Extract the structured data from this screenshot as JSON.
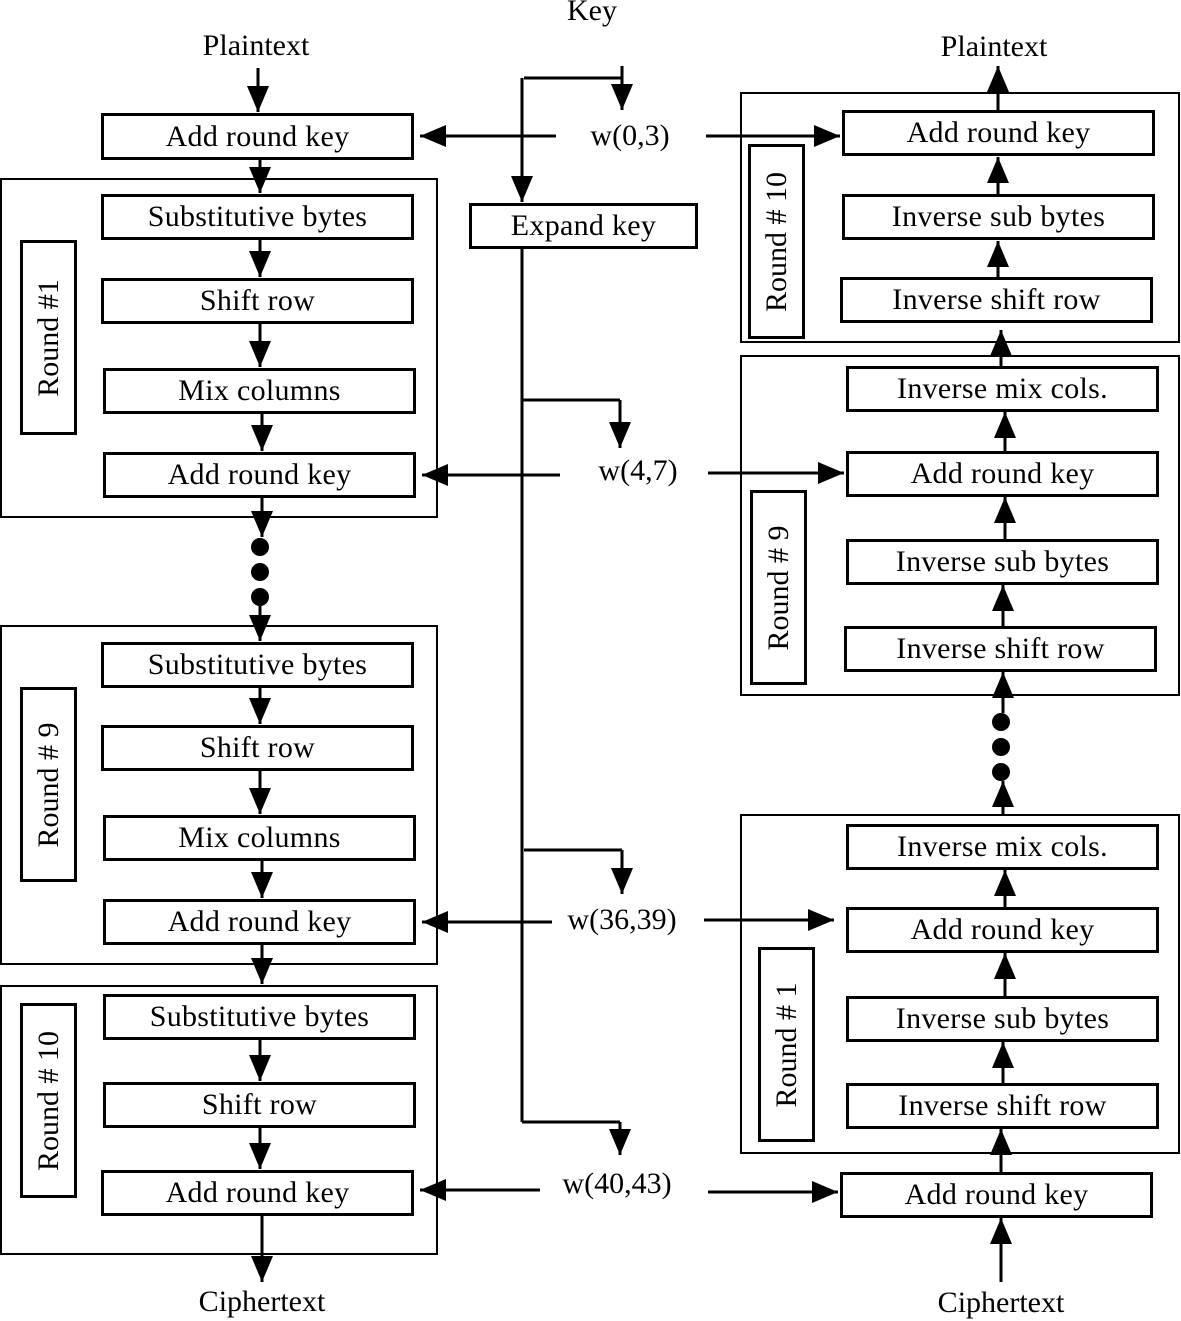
{
  "key_label": "Key",
  "encryption": {
    "input_label": "Plaintext",
    "output_label": "Ciphertext",
    "initial_step": "Add round key",
    "rounds": [
      {
        "label": "Round #1",
        "steps": [
          "Substitutive bytes",
          "Shift row",
          "Mix columns",
          "Add round key"
        ]
      },
      {
        "label": "Round # 9",
        "steps": [
          "Substitutive bytes",
          "Shift row",
          "Mix columns",
          "Add round key"
        ]
      },
      {
        "label": "Round # 10",
        "steps": [
          "Substitutive bytes",
          "Shift row",
          "Add round key"
        ]
      }
    ]
  },
  "key_schedule": {
    "expand_label": "Expand key",
    "words": [
      "w(0,3)",
      "w(4,7)",
      "w(36,39)",
      "w(40,43)"
    ]
  },
  "decryption": {
    "input_label": "Ciphertext",
    "output_label": "Plaintext",
    "initial_step": "Add round key",
    "rounds": [
      {
        "label": "Round # 10",
        "steps": [
          "Add round key",
          "Inverse sub bytes",
          "Inverse shift row"
        ]
      },
      {
        "label": "Round # 9",
        "steps": [
          "Inverse mix cols.",
          "Add round key",
          "Inverse sub bytes",
          "Inverse shift row"
        ]
      },
      {
        "label": "Round # 1",
        "steps": [
          "Inverse mix cols.",
          "Add round key",
          "Inverse sub bytes",
          "Inverse shift row"
        ]
      }
    ]
  }
}
